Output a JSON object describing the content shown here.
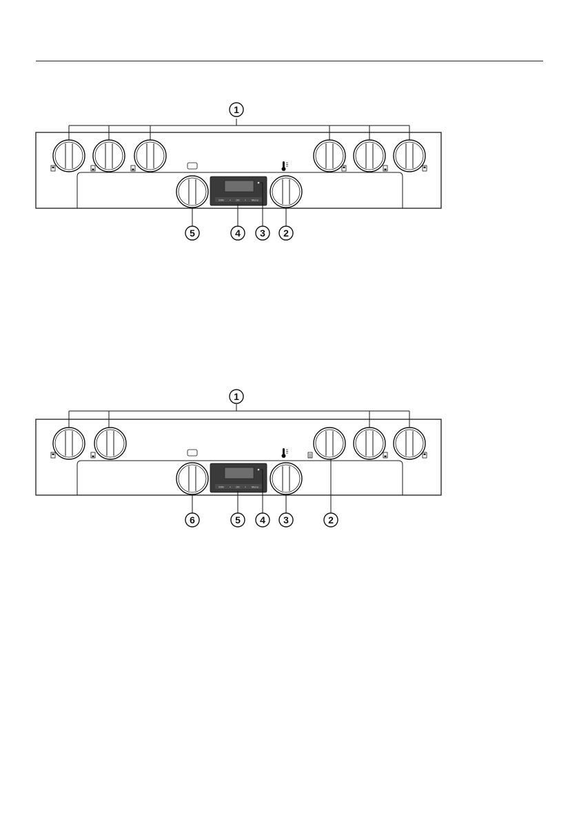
{
  "diagrams": [
    {
      "callouts": [
        "1",
        "2",
        "3",
        "4",
        "5"
      ],
      "display_buttons": [
        "MIN",
        "<",
        "OK",
        ">",
        "Menu"
      ]
    },
    {
      "callouts": [
        "1",
        "2",
        "3",
        "4",
        "5",
        "6"
      ],
      "display_buttons": [
        "MIN",
        "<",
        "OK",
        ">",
        "Menu"
      ]
    }
  ],
  "colors": {
    "panel_stroke": "#1a1a1a",
    "display_bg": "#3a3a3a",
    "screen_bg": "#6e6e6e"
  },
  "icons": [
    "burner-position-icon",
    "oven-light-icon",
    "thermometer-icon",
    "indicator-light-icon"
  ]
}
